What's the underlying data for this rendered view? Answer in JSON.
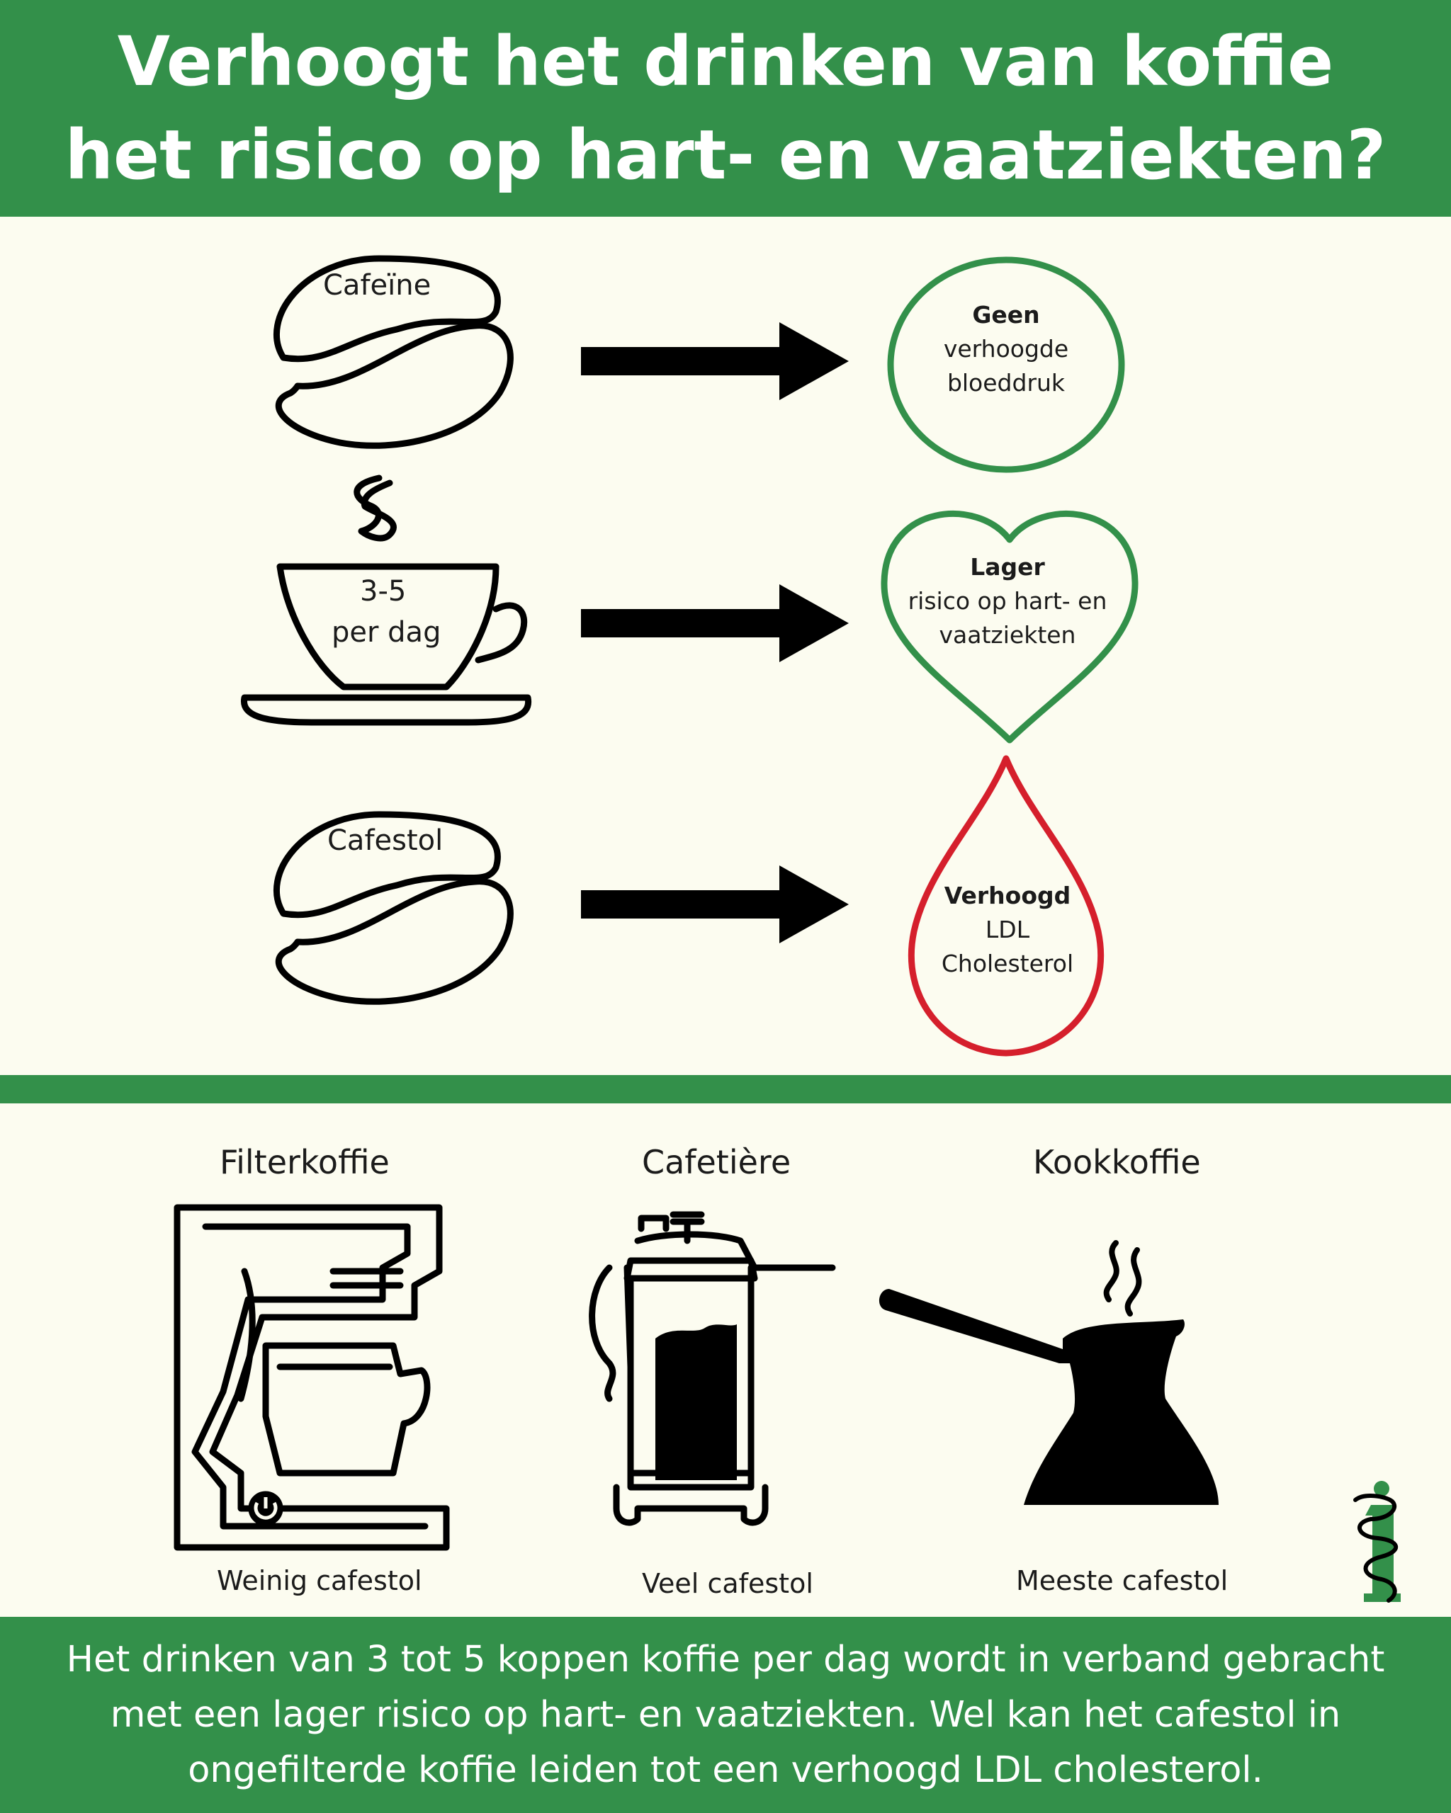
{
  "header": {
    "title_line1": "Verhoogt het drinken van koffie",
    "title_line2": "het risico op hart- en vaatziekten?"
  },
  "effects": [
    {
      "source_label": "Cafeïne",
      "outcome_bold": "Geen",
      "outcome_line2": "verhoogde",
      "outcome_line3": "bloeddruk",
      "shape": "circle-icon",
      "color": "#33904a"
    },
    {
      "source_label_line1": "3-5",
      "source_label_line2": "per dag",
      "outcome_bold": "Lager",
      "outcome_line2": "risico op hart- en",
      "outcome_line3": "vaatziekten",
      "shape": "heart-icon",
      "color": "#33904a"
    },
    {
      "source_label": "Cafestol",
      "outcome_bold": "Verhoogd",
      "outcome_line2": "LDL",
      "outcome_line3": "Cholesterol",
      "shape": "drop-icon",
      "color": "#d51f2c"
    }
  ],
  "brew_methods": [
    {
      "name": "Filterkoffie",
      "caption": "Weinig cafestol",
      "icon": "coffee-machine-icon"
    },
    {
      "name": "Cafetière",
      "caption": "Veel cafestol",
      "icon": "french-press-icon"
    },
    {
      "name": "Kookkoffie",
      "caption": "Meeste cafestol",
      "icon": "turkish-pot-icon"
    }
  ],
  "footer": {
    "line1": "Het drinken van 3 tot 5 koppen koffie per dag wordt in verband gebracht",
    "line2": "met een lager risico op hart- en vaatziekten. Wel kan het cafestol in",
    "line3": "ongefilterde koffie leiden tot een verhoogd LDL cholesterol."
  },
  "colors": {
    "brand_green": "#33904a",
    "warning_red": "#d51f2c",
    "background": "#fcfcf0",
    "ink": "#000000"
  }
}
